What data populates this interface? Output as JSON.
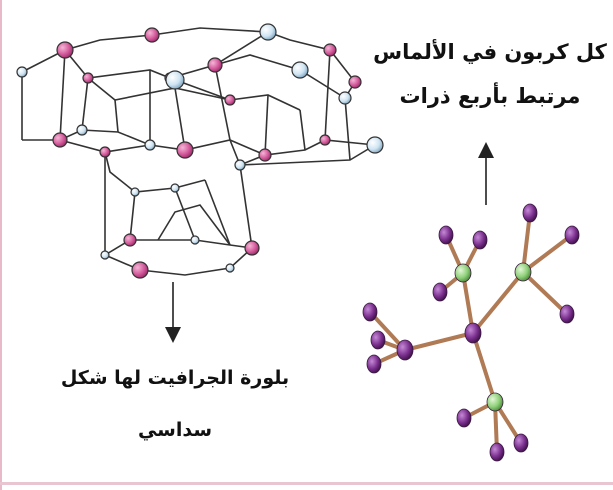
{
  "captions": {
    "diamond_line1": "كل كربون في الألماس",
    "diamond_line2": "مرتبط بأربع ذرات",
    "graphite_line1": "بلورة الجرافيت لها شكل",
    "graphite_line2": "سداسي"
  },
  "colors": {
    "graphite_pink": "#d45a9b",
    "graphite_blue": "#cfe4f2",
    "diamond_purple": "#7a2f8e",
    "diamond_green": "#8fd07a",
    "bond_brown": "#b07a55",
    "line_dark": "#333333"
  }
}
